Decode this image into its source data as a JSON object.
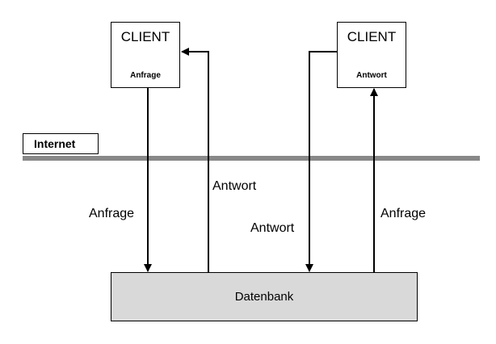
{
  "clients": {
    "left": {
      "title": "CLIENT",
      "subtitle": "Anfrage"
    },
    "right": {
      "title": "CLIENT",
      "subtitle": "Antwort"
    }
  },
  "internet": {
    "label": "Internet",
    "bar_color": "#888888"
  },
  "database": {
    "label": "Datenbank",
    "fill_color": "#d9d9d9"
  },
  "flows": {
    "left_request": "Anfrage",
    "left_response": "Antwort",
    "right_response": "Antwort",
    "right_request": "Anfrage"
  }
}
